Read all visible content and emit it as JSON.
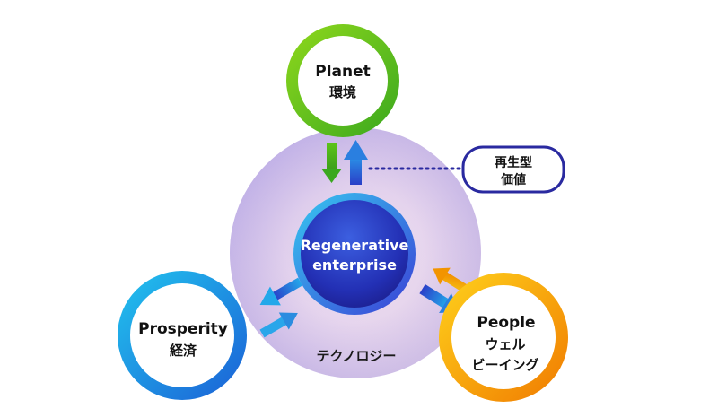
{
  "center": {
    "line1": "Regenerative",
    "line2": "enterprise"
  },
  "technology_label": "テクノロジー",
  "planet": {
    "title": "Planet",
    "subtitle": "環境"
  },
  "prosperity": {
    "title": "Prosperity",
    "subtitle": "経済"
  },
  "people": {
    "title": "People",
    "subtitle_line1": "ウェル",
    "subtitle_line2": "ビーイング"
  },
  "regenerative_value": {
    "line1": "再生型",
    "line2": "価値"
  },
  "colors": {
    "planet": "#5cc31a",
    "prosperity": "#1aa0e6",
    "people": "#f5a300",
    "center": "#2430b8",
    "halo": "#c9b8ea",
    "dotted": "#2a2aa0"
  }
}
